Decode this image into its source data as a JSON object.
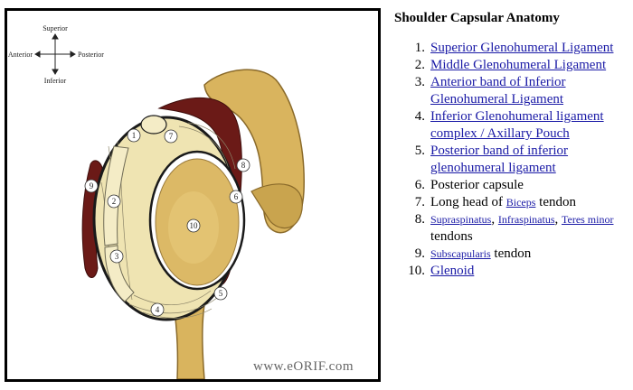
{
  "figure": {
    "compass": {
      "superior": "Superior",
      "inferior": "Inferior",
      "anterior": "Anterior",
      "posterior": "Posterior"
    },
    "labels": [
      "1",
      "2",
      "3",
      "4",
      "5",
      "6",
      "7",
      "8",
      "9",
      "10"
    ],
    "watermark": "www.eORIF.com",
    "colors": {
      "capsule_fill": "#efe4b2",
      "bone": "#d9b45e",
      "muscle": "#6b1a17"
    }
  },
  "legend": {
    "title": "Shoulder Capsular Anatomy",
    "items": [
      {
        "num": "1.",
        "link": "Superior Glenohumeral Ligament"
      },
      {
        "num": "2.",
        "link": "Middle Glenohumeral Ligament"
      },
      {
        "num": "3.",
        "link": "Anterior band of Inferior Glenohumeral Ligament"
      },
      {
        "num": "4.",
        "link": "Inferior Glenohumeral ligament complex / Axillary Pouch"
      },
      {
        "num": "5.",
        "link": "Posterior band of inferior glenohumeral ligament"
      },
      {
        "num": "6.",
        "text": "Posterior capsule"
      },
      {
        "num": "7.",
        "pre": "Long head of ",
        "link": "Biceps",
        "post": " tendon"
      },
      {
        "num": "8.",
        "links": [
          "Supraspinatus",
          "Infraspinatus",
          "Teres minor"
        ],
        "sep": ", ",
        "post": " tendons"
      },
      {
        "num": "9.",
        "link": "Subscapularis",
        "post": " tendon"
      },
      {
        "num": "10.",
        "link": "Glenoid"
      }
    ]
  }
}
